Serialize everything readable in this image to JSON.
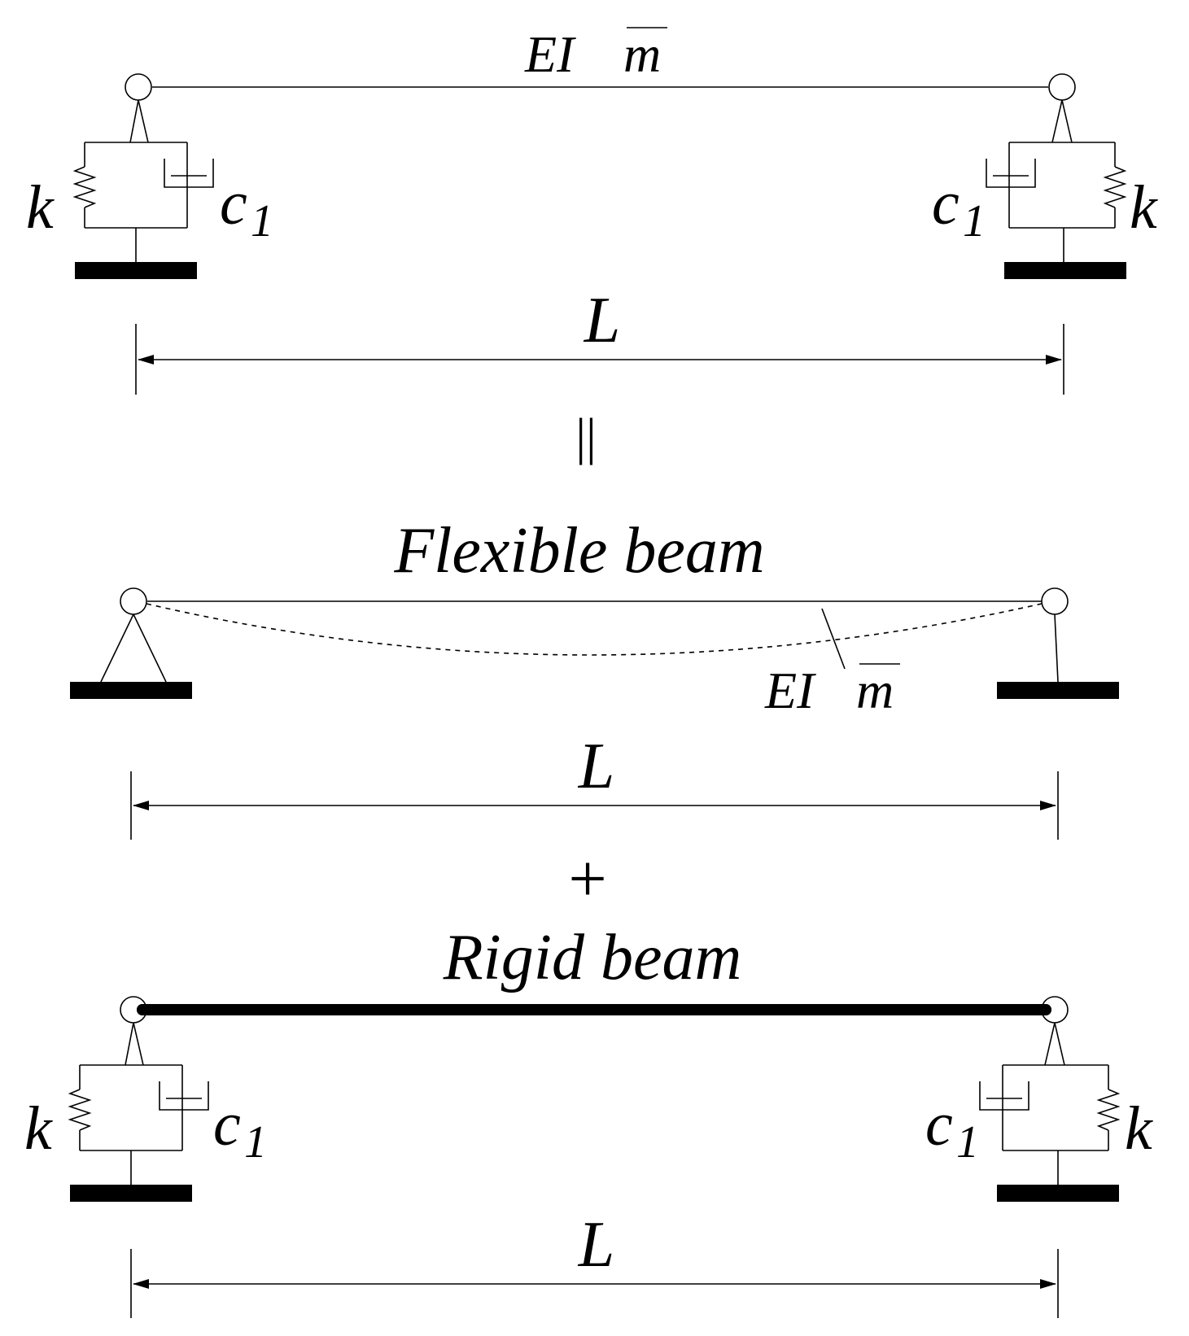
{
  "panels": {
    "top": {
      "beam_label_ei": "EI",
      "beam_label_m": "m",
      "left_spring": "k",
      "left_damper": "c",
      "left_damper_sub": "1",
      "right_spring": "k",
      "right_damper": "c",
      "right_damper_sub": "1",
      "span": "L"
    },
    "middle": {
      "title": "Flexible beam",
      "beam_label_ei": "EI",
      "beam_label_m": "m",
      "span": "L"
    },
    "bottom": {
      "title": "Rigid beam",
      "left_spring": "k",
      "left_damper": "c",
      "left_damper_sub": "1",
      "right_spring": "k",
      "right_damper": "c",
      "right_damper_sub": "1",
      "span": "L"
    }
  },
  "operators": {
    "equals": "||",
    "plus": "+"
  }
}
